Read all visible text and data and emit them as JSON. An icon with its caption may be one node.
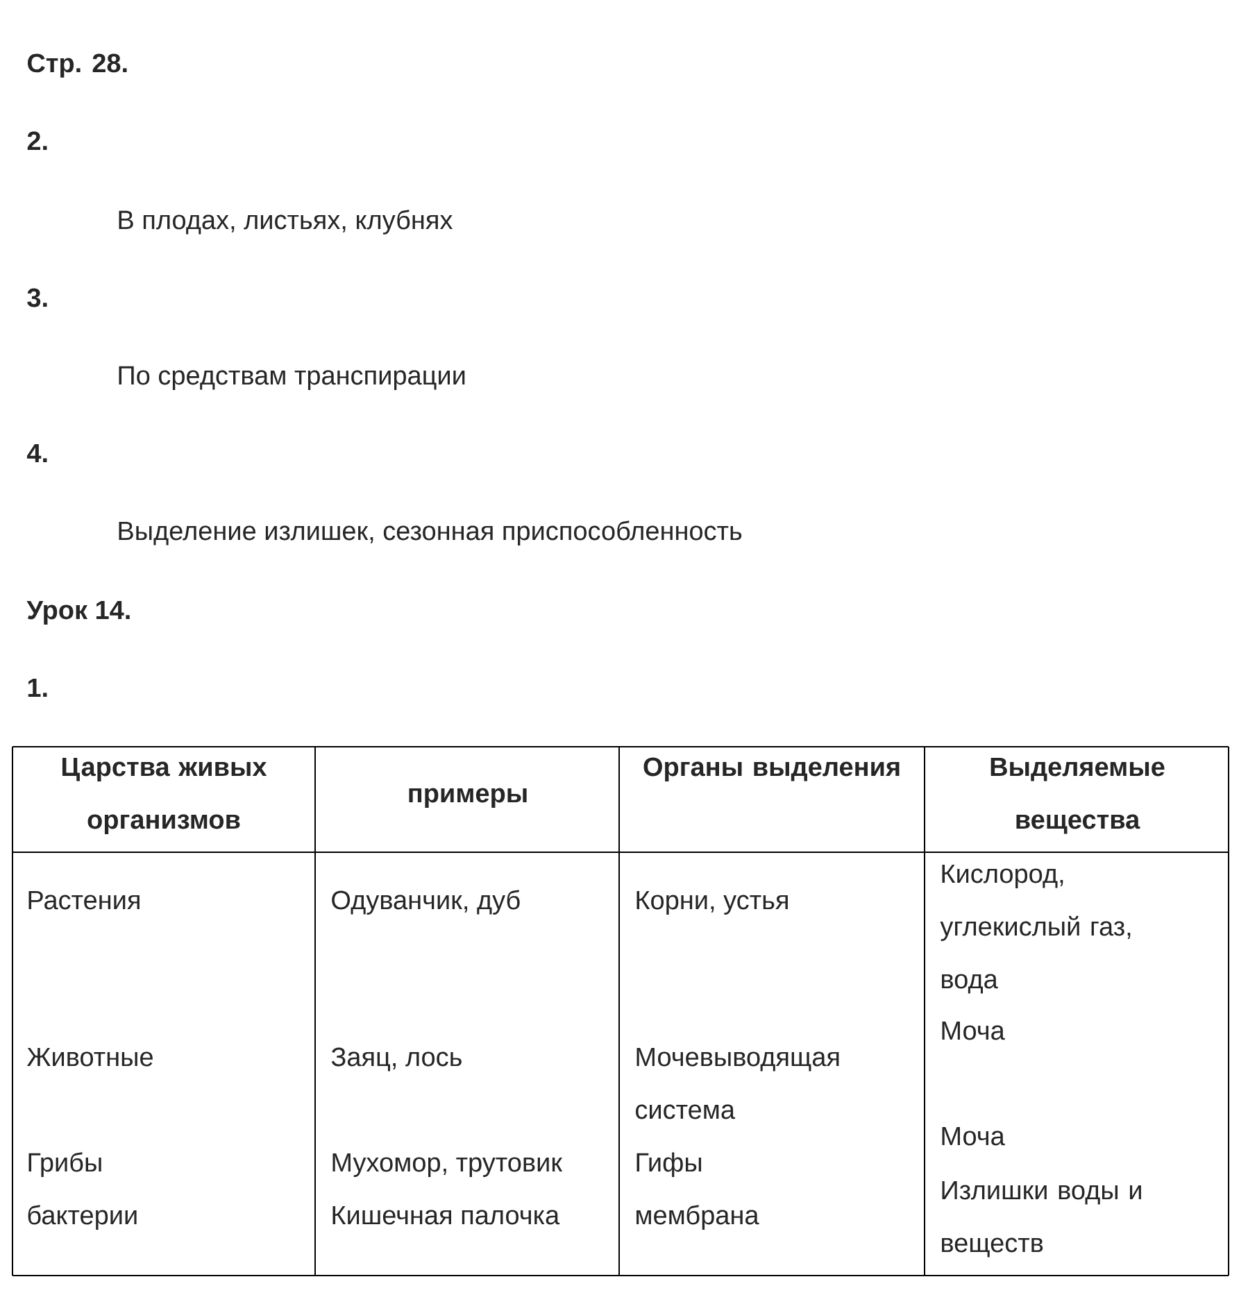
{
  "diagram": {
    "labels": [
      "Стр. 28.",
      "2.",
      "В плодах, листьях, клубнях",
      "3.",
      "По средствам транспирации",
      "4.",
      "Выделение излишек, сезонная приспособленность",
      "Урок 14.",
      "1.",
      "Царства живых организмов",
      "примеры",
      "Органы выделения",
      "Выделяемые вещества",
      "Растения",
      "Одуванчик, дуб",
      "Корни, устья",
      "Кислород, углекислый газ, вода",
      "Моча",
      "Животные",
      "Заяц, лось",
      "Мочевыводящая система",
      "Моча",
      "Грибы",
      "Мухомор, трутовик",
      "Гифы",
      "Излишки воды и веществ",
      "бактерии",
      "Кишечная палочка",
      "мембрана"
    ]
  }
}
